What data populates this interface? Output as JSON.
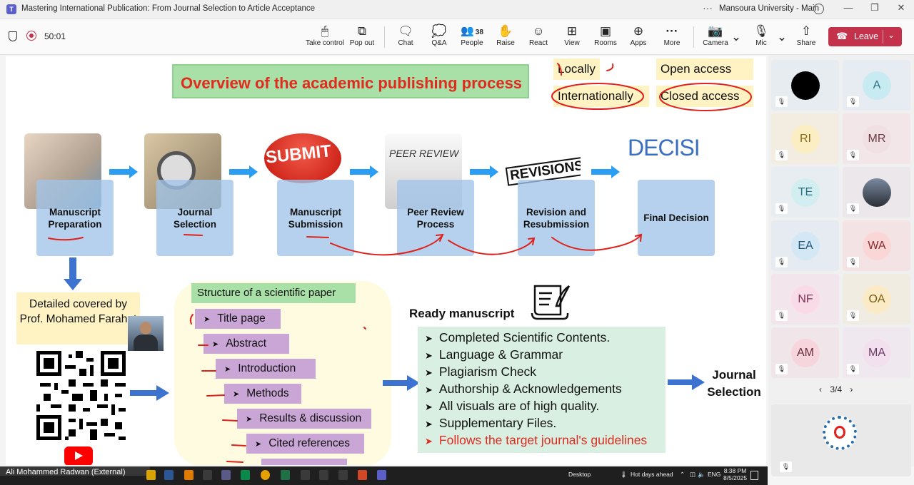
{
  "window": {
    "title": "Mastering International Publication: From Journal Selection to Article Acceptance",
    "org": "Mansoura University - Main",
    "more": "···"
  },
  "toolbar": {
    "timer": "50:01",
    "buttons": [
      {
        "label": "Take control",
        "icon": "take-control-icon",
        "glyph": "⌘"
      },
      {
        "label": "Pop out",
        "icon": "pop-out-icon",
        "glyph": "⧉"
      },
      {
        "label": "Chat",
        "icon": "chat-icon",
        "glyph": "💬"
      },
      {
        "label": "Q&A",
        "icon": "qa-icon",
        "glyph": "❓"
      },
      {
        "label": "People",
        "icon": "people-icon",
        "glyph": "👥"
      },
      {
        "label": "Raise",
        "icon": "raise-hand-icon",
        "glyph": "✋"
      },
      {
        "label": "React",
        "icon": "react-icon",
        "glyph": "☺"
      },
      {
        "label": "View",
        "icon": "view-icon",
        "glyph": "⊞"
      },
      {
        "label": "Rooms",
        "icon": "rooms-icon",
        "glyph": "▣"
      },
      {
        "label": "Apps",
        "icon": "apps-icon",
        "glyph": "⊕"
      },
      {
        "label": "More",
        "icon": "more-icon",
        "glyph": "···"
      },
      {
        "label": "Camera",
        "icon": "camera-off-icon",
        "glyph": "◼"
      },
      {
        "label": "Mic",
        "icon": "mic-off-icon",
        "glyph": "🎙"
      },
      {
        "label": "Share",
        "icon": "share-icon",
        "glyph": "⇧"
      }
    ],
    "people_count": "38",
    "leave_label": "Leave"
  },
  "slide": {
    "title": "Overview of the academic publishing process",
    "tags": {
      "locally": "Locally",
      "internationally": "Internationally",
      "open_access": "Open access",
      "closed_access": "Closed access"
    },
    "steps": [
      {
        "label": "Manuscript Preparation"
      },
      {
        "label": "Journal Selection"
      },
      {
        "label": "Manuscript Submission"
      },
      {
        "label": "Peer Review Process"
      },
      {
        "label": "Revision and Resubmission"
      },
      {
        "label": "Final Decision"
      }
    ],
    "pic_text": {
      "submit": "SUBMIT",
      "peer_review": "PEER REVIEW",
      "revisions": "REVISIONS",
      "decision": "DECISION"
    },
    "covered_by": "Detailed covered by Prof. Mohamed Farahat",
    "structure_title": "Structure of a scientific paper",
    "structure_items": [
      "Title page",
      "Abstract",
      "Introduction",
      "Methods",
      "Results & discussion",
      "Cited references"
    ],
    "ready_title": "Ready manuscript",
    "ready_items": [
      "Completed Scientific Contents.",
      "Language & Grammar",
      "Plagiarism Check",
      "Authorship & Acknowledgements",
      "All visuals are of high quality.",
      "Supplementary Files.",
      "Follows the target journal's guidelines"
    ],
    "journal_selection": "Journal Selection"
  },
  "participants": {
    "tiles": [
      {
        "initials": "",
        "kind": "photo-dark"
      },
      {
        "initials": "A"
      },
      {
        "initials": "RI"
      },
      {
        "initials": "MR"
      },
      {
        "initials": "TE"
      },
      {
        "initials": "",
        "kind": "photo"
      },
      {
        "initials": "EA"
      },
      {
        "initials": "WA"
      },
      {
        "initials": "NF"
      },
      {
        "initials": "OA"
      },
      {
        "initials": "AM"
      },
      {
        "initials": "MA"
      }
    ],
    "page": "3/4"
  },
  "taskbar": {
    "presenter": "Ali Mohammed Radwan (External)",
    "desktop": "Desktop",
    "weather": "Hot days ahead",
    "lang": "ENG",
    "time": "8:38 PM",
    "date": "8/5/2025"
  }
}
